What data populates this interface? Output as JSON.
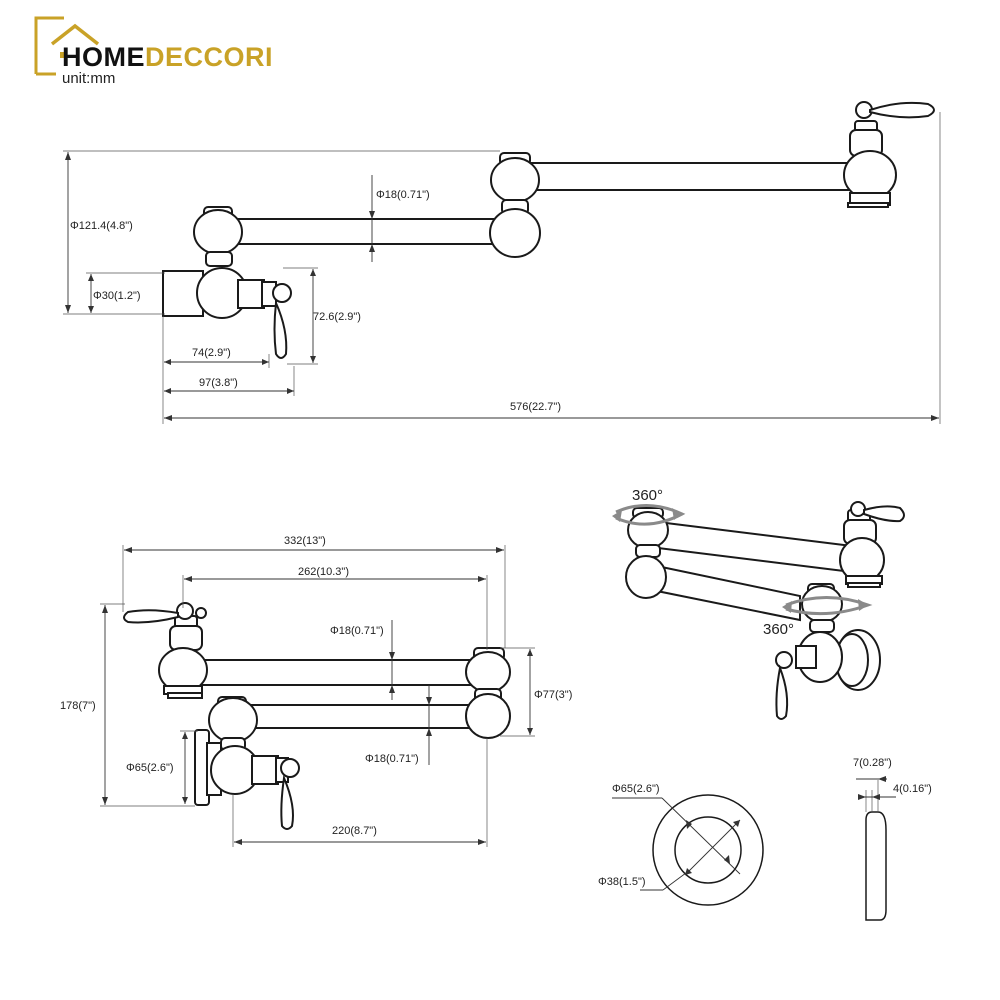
{
  "brand": {
    "part1": "HOME",
    "part2": "DECCORI",
    "unit": "unit:mm",
    "colors": {
      "dark": "#111111",
      "gold": "#c9a227"
    }
  },
  "top_view": {
    "dims": {
      "diameter_121": "Φ121.4(4.8\")",
      "diameter_18": "Φ18(0.71\")",
      "diameter_30": "Φ30(1.2\")",
      "height_72": "72.6(2.9\")",
      "len_74": "74(2.9\")",
      "len_97": "97(3.8\")",
      "len_576": "576(22.7\")"
    }
  },
  "bottom_view": {
    "dims": {
      "len_332": "332(13\")",
      "len_262": "262(10.3\")",
      "diameter_18_a": "Φ18(0.71\")",
      "diameter_77": "Φ77(3\")",
      "height_178": "178(7\")",
      "diameter_65": "Φ65(2.6\")",
      "diameter_18_b": "Φ18(0.71\")",
      "len_220": "220(8.7\")"
    }
  },
  "rotation_view": {
    "rotation_top": "360°",
    "rotation_bottom": "360°"
  },
  "flange": {
    "outer": "Φ65(2.6\")",
    "inner": "Φ38(1.5\")",
    "thickness_7": "7(0.28\")",
    "thickness_4": "4(0.16\")"
  }
}
